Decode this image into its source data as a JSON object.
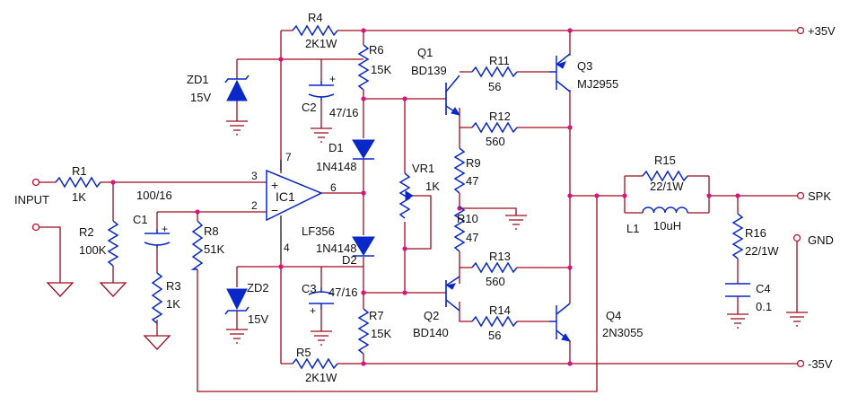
{
  "terminals": {
    "vpos": "+35V",
    "vneg": "-35V",
    "input": "INPUT",
    "spk": "SPK",
    "gnd": "GND"
  },
  "parts": {
    "r1": {
      "name": "R1",
      "value": "1K"
    },
    "r2": {
      "name": "R2",
      "value": "100K"
    },
    "r3": {
      "name": "R3",
      "value": "1K"
    },
    "r4": {
      "name": "R4",
      "value": "2K1W"
    },
    "r5": {
      "name": "R5",
      "value": "2K1W"
    },
    "r6": {
      "name": "R6",
      "value": "15K"
    },
    "r7": {
      "name": "R7",
      "value": "15K"
    },
    "r8": {
      "name": "R8",
      "value": "51K"
    },
    "r9": {
      "name": "R9",
      "value": "47"
    },
    "r10": {
      "name": "R10",
      "value": "47"
    },
    "r11": {
      "name": "R11",
      "value": "56"
    },
    "r12": {
      "name": "R12",
      "value": "560"
    },
    "r13": {
      "name": "R13",
      "value": "560"
    },
    "r14": {
      "name": "R14",
      "value": "56"
    },
    "r15": {
      "name": "R15",
      "value": "22/1W"
    },
    "r16": {
      "name": "R16",
      "value": "22/1W"
    },
    "c1": {
      "name": "C1",
      "value": "100/16"
    },
    "c2": {
      "name": "C2",
      "value": "47/16"
    },
    "c3": {
      "name": "C3",
      "value": "47/16"
    },
    "c4": {
      "name": "C4",
      "value": "0.1"
    },
    "zd1": {
      "name": "ZD1",
      "value": "15V"
    },
    "zd2": {
      "name": "ZD2",
      "value": "15V"
    },
    "d1": {
      "name": "D1",
      "value": "1N4148"
    },
    "d2": {
      "name": "D2",
      "value": "1N4148"
    },
    "vr1": {
      "name": "VR1",
      "value": "1K"
    },
    "l1": {
      "name": "L1",
      "value": "10uH"
    },
    "q1": {
      "name": "Q1",
      "value": "BD139"
    },
    "q2": {
      "name": "Q2",
      "value": "BD140"
    },
    "q3": {
      "name": "Q3",
      "value": "MJ2955"
    },
    "q4": {
      "name": "Q4",
      "value": "2N3055"
    },
    "ic1": {
      "name": "IC1",
      "value": "LF356"
    }
  },
  "ic_pins": {
    "p2": "2",
    "p3": "3",
    "p4": "4",
    "p6": "6",
    "p7": "7"
  },
  "op_signs": {
    "plus": "+",
    "minus": "−"
  },
  "cap_plus": "+",
  "colors": {
    "wire": "#9e0a1e",
    "component": "#0a27c8",
    "node": "#e0107a",
    "terminal": "#c01030"
  }
}
